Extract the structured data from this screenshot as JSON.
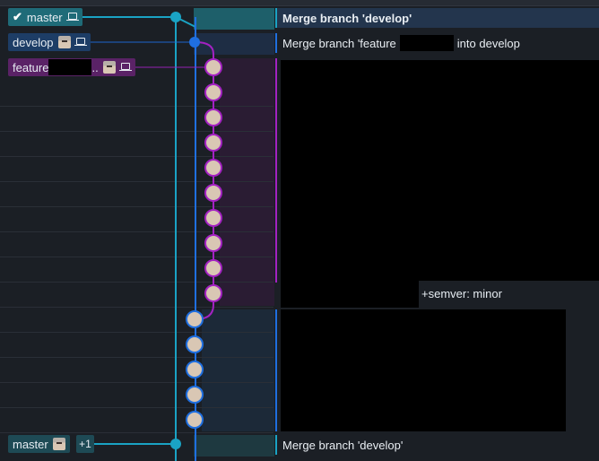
{
  "branches": {
    "master": {
      "label": "master"
    },
    "develop": {
      "label": "develop"
    },
    "feature": {
      "label": "feature",
      "suffix": ".."
    },
    "master_old": {
      "label": "master",
      "extra_count": "+1"
    }
  },
  "commits": {
    "top_master_msg": "Merge branch 'develop'",
    "develop_msg_prefix": "Merge branch 'feature",
    "develop_msg_suffix": "into develop",
    "feature_last_msg": "+semver: minor",
    "bottom_master_msg": "Merge branch 'develop'"
  },
  "colors": {
    "master": "#1aa3c4",
    "develop": "#1f6fe0",
    "feature": "#a322c2",
    "background": "#1b1f25"
  },
  "icons": [
    "check-icon",
    "laptop-icon",
    "avatar-icon"
  ]
}
